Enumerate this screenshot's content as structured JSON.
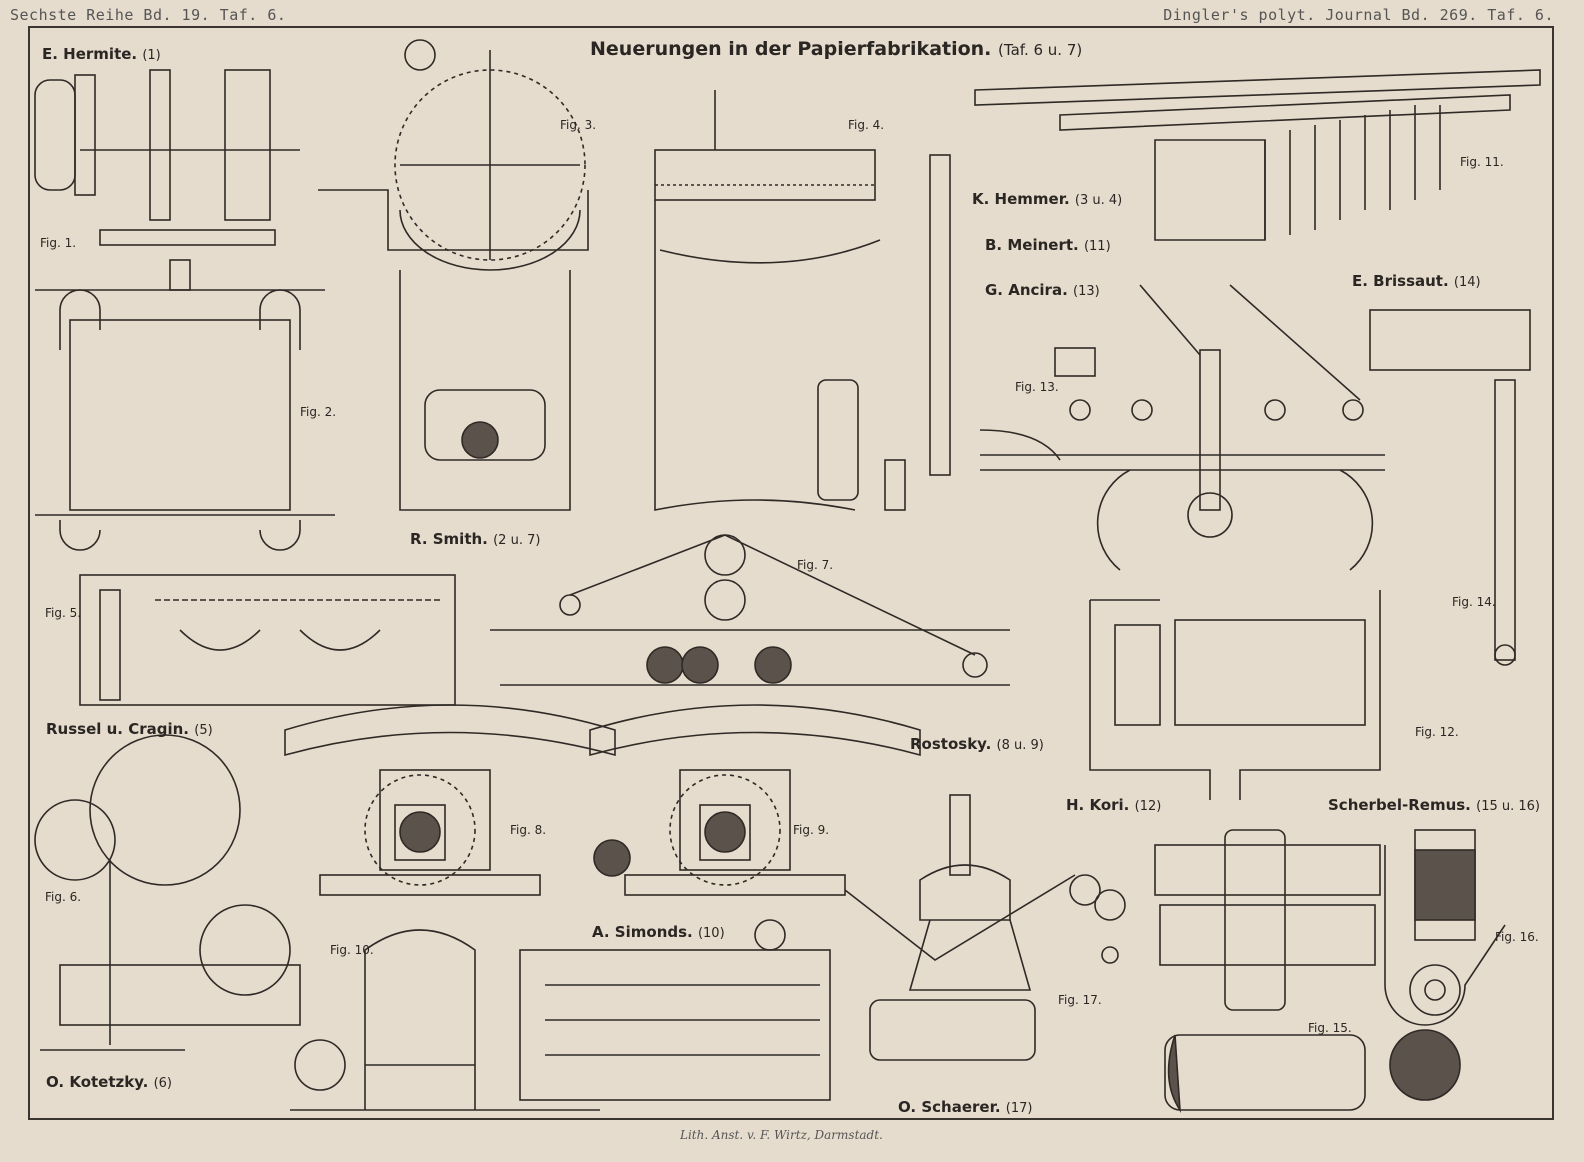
{
  "header": {
    "left": "Sechste Reihe Bd. 19. Taf. 6.",
    "right": "Dingler's polyt. Journal Bd. 269. Taf. 6."
  },
  "title": "Neuerungen in der Papierfabrikation.",
  "title_ref": "(Taf. 6 u. 7)",
  "inventors": [
    {
      "name": "E. Hermite.",
      "ref": "(1)"
    },
    {
      "name": "K. Hemmer.",
      "ref": "(3 u. 4)"
    },
    {
      "name": "B. Meinert.",
      "ref": "(11)"
    },
    {
      "name": "G. Ancira.",
      "ref": "(13)"
    },
    {
      "name": "E. Brissaut.",
      "ref": "(14)"
    },
    {
      "name": "R. Smith.",
      "ref": "(2 u. 7)"
    },
    {
      "name": "Russel u. Cragin.",
      "ref": "(5)"
    },
    {
      "name": "Rostosky.",
      "ref": "(8 u. 9)"
    },
    {
      "name": "H. Kori.",
      "ref": "(12)"
    },
    {
      "name": "Scherbel-Remus.",
      "ref": "(15 u. 16)"
    },
    {
      "name": "A. Simonds.",
      "ref": "(10)"
    },
    {
      "name": "O. Kotetzky.",
      "ref": "(6)"
    },
    {
      "name": "O. Schaerer.",
      "ref": "(17)"
    }
  ],
  "figures": [
    "Fig. 1.",
    "Fig. 2.",
    "Fig. 3.",
    "Fig. 4.",
    "Fig. 5.",
    "Fig. 6.",
    "Fig. 7.",
    "Fig. 8.",
    "Fig. 9.",
    "Fig. 10.",
    "Fig. 11.",
    "Fig. 12.",
    "Fig. 13.",
    "Fig. 14.",
    "Fig. 15.",
    "Fig. 16.",
    "Fig. 17."
  ],
  "credit": "Lith. Anst. v. F. Wirtz, Darmstadt."
}
